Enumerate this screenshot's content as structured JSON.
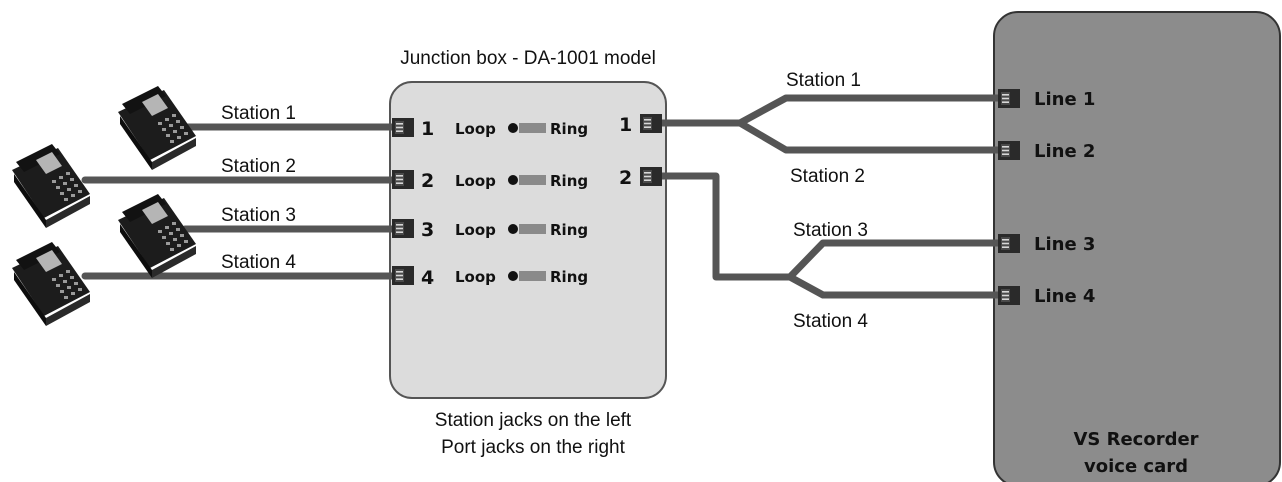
{
  "junction_box": {
    "title": "Junction box - DA-1001 model",
    "caption_line1": "Station jacks on the left",
    "caption_line2": "Port jacks on the right",
    "station_jacks": [
      {
        "number": "1",
        "loop": "Loop",
        "ring": "Ring"
      },
      {
        "number": "2",
        "loop": "Loop",
        "ring": "Ring"
      },
      {
        "number": "3",
        "loop": "Loop",
        "ring": "Ring"
      },
      {
        "number": "4",
        "loop": "Loop",
        "ring": "Ring"
      }
    ],
    "port_jacks": [
      "1",
      "2"
    ]
  },
  "phones": [
    {
      "icon": "telephone-icon",
      "label": "Station 1"
    },
    {
      "icon": "telephone-icon",
      "label": "Station 2"
    },
    {
      "icon": "telephone-icon",
      "label": "Station 3"
    },
    {
      "icon": "telephone-icon",
      "label": "Station 4"
    }
  ],
  "right_cables": [
    "Station 1",
    "Station 2",
    "Station 3",
    "Station 4"
  ],
  "recorder": {
    "lines": [
      "Line 1",
      "Line 2",
      "Line 3",
      "Line 4"
    ],
    "title_line1": "VS Recorder",
    "title_line2": "voice card"
  },
  "colors": {
    "cable": "#555555",
    "junction_box_fill": "#dcdcdc",
    "recorder_fill": "#8c8c8c",
    "jack": "#2a2a2a",
    "phone": "#1c1c1c"
  }
}
